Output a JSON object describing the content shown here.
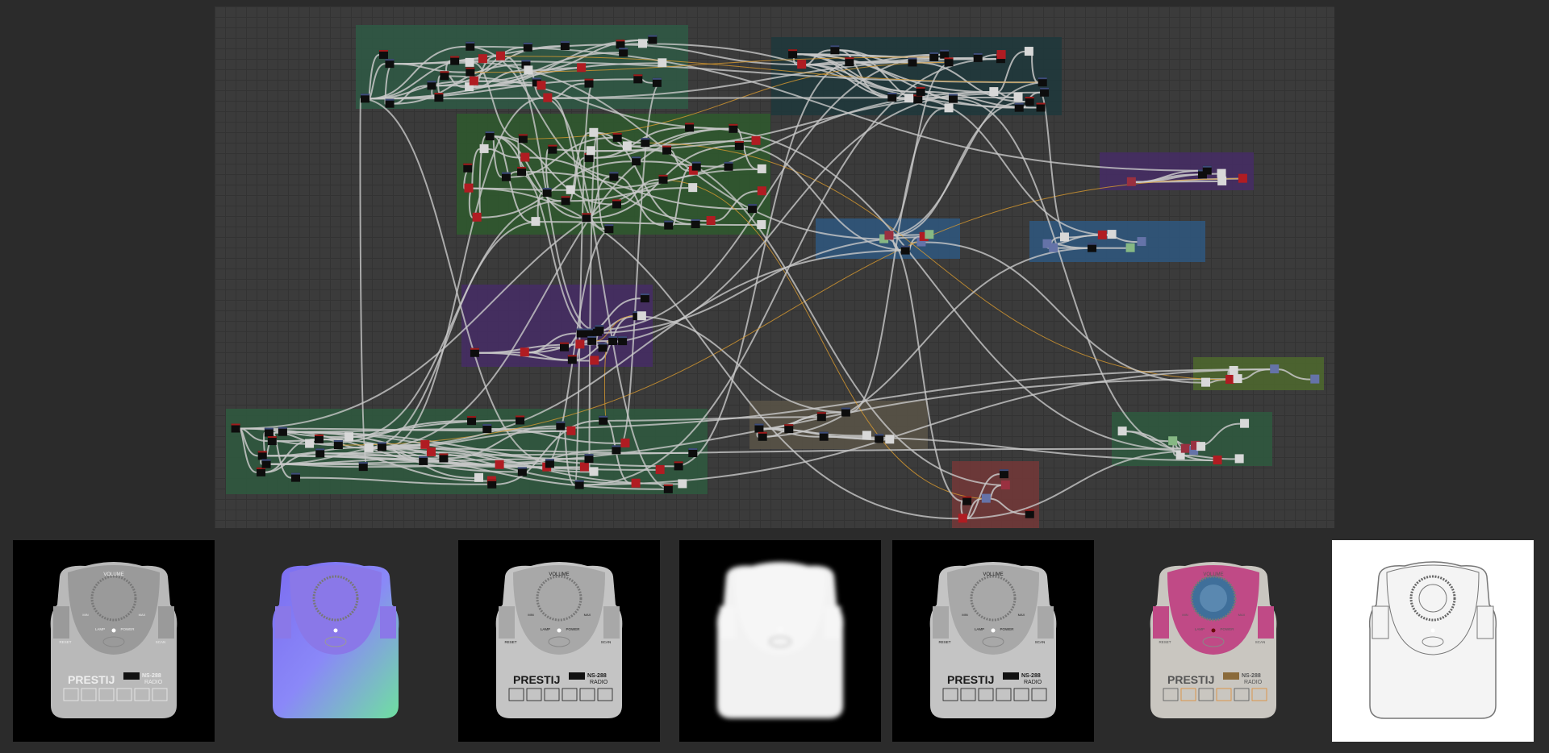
{
  "graph": {
    "frames": [
      {
        "id": "frame-1",
        "color": "#2f5a45"
      },
      {
        "id": "frame-2",
        "color": "#2f5a2e"
      },
      {
        "id": "frame-3",
        "color": "#1f383c"
      },
      {
        "id": "frame-4",
        "color": "#472d66"
      },
      {
        "id": "frame-5",
        "color": "#2f5880"
      },
      {
        "id": "frame-6",
        "color": "#2f5880"
      },
      {
        "id": "frame-7",
        "color": "#472d66"
      },
      {
        "id": "frame-8",
        "color": "#4f6a2e"
      },
      {
        "id": "frame-9",
        "color": "#2f5a40"
      },
      {
        "id": "frame-10",
        "color": "#5a5548"
      },
      {
        "id": "frame-11",
        "color": "#2f5a40"
      },
      {
        "id": "frame-12",
        "color": "#743838"
      }
    ],
    "node_colors": {
      "dark": "#0d0d0d",
      "header_red": "#a01c1c",
      "header_blue": "#3d4c7a",
      "red": "#b01c22",
      "blue": "#6573a8",
      "light": "#d8d8d8",
      "green": "#86b884",
      "maroon": "#9a3040",
      "gold": "#c8a850"
    },
    "wire_colors": {
      "default": "#c8c8c8",
      "orange": "#d89a30"
    }
  },
  "texture": {
    "volume": "VOLUME",
    "min": "MIN",
    "max": "MAX",
    "lamp": "LAMP",
    "power": "POWER",
    "reset": "RESET",
    "scan": "SCAN",
    "brand": "PRESTIJ",
    "model": "NS-288",
    "radio": "RADIO"
  },
  "thumbnails": [
    {
      "name": "base-color-gray-preview",
      "variant": "gray"
    },
    {
      "name": "normal-map-preview",
      "variant": "normal"
    },
    {
      "name": "height-preview",
      "variant": "gray2"
    },
    {
      "name": "ambient-occlusion-preview",
      "variant": "ao"
    },
    {
      "name": "roughness-preview",
      "variant": "gray2"
    },
    {
      "name": "base-color-preview",
      "variant": "color"
    },
    {
      "name": "curvature-preview",
      "variant": "curv"
    }
  ]
}
